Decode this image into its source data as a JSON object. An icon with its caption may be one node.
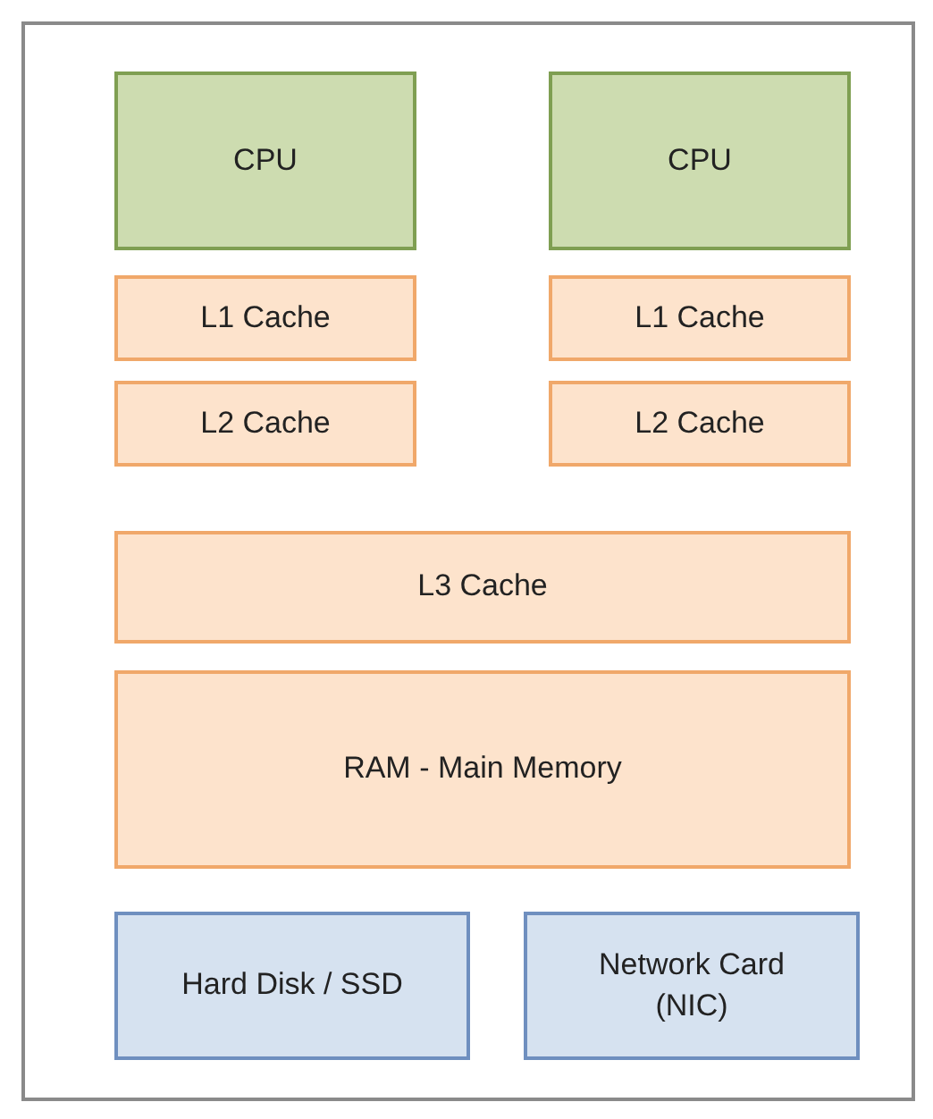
{
  "diagram": {
    "nodes": [
      {
        "text": [],
        "shape": "box"
      },
      {
        "text": [
          "CPU"
        ],
        "in": 0
      },
      {
        "text": [
          "CPU"
        ],
        "in": 0
      },
      {
        "text": [
          "L1 Cache"
        ],
        "in": 0
      },
      {
        "text": [
          "L1 Cache"
        ],
        "in": 0
      },
      {
        "text": [
          "L2 Cache"
        ],
        "in": 0
      },
      {
        "text": [
          "L2 Cache"
        ],
        "in": 0
      },
      {
        "text": [
          "L3 Cache"
        ],
        "in": 0
      },
      {
        "text": [
          "RAM - Main Memory"
        ],
        "in": 0
      },
      {
        "text": [
          "Hard Disk / SSD"
        ],
        "in": 0
      },
      {
        "text": [
          "Network Card (NIC)"
        ],
        "in": 0
      }
    ],
    "edges": []
  }
}
